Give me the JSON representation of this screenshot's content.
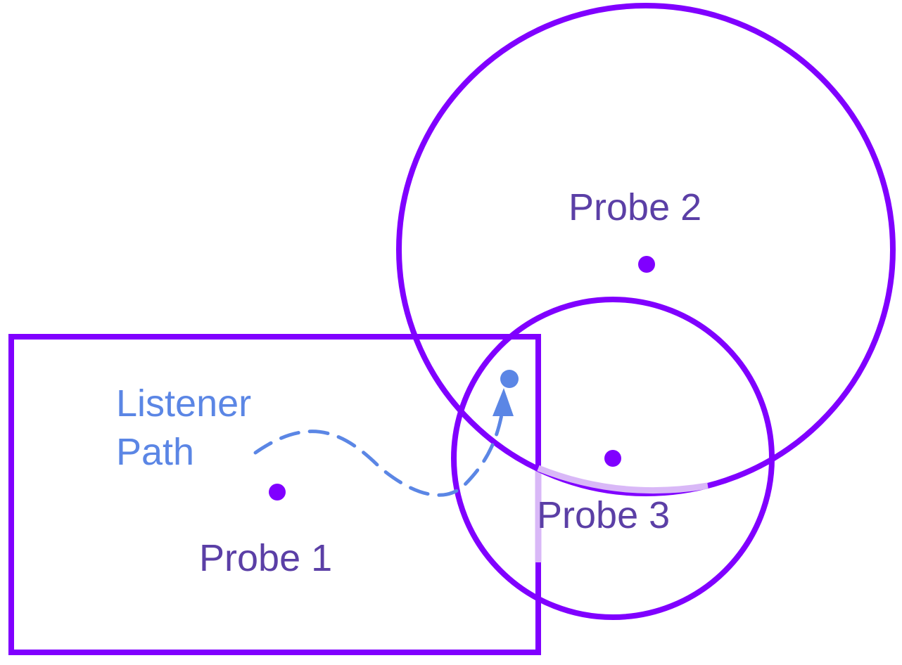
{
  "colors": {
    "volume_stroke": "#8000FF",
    "volume_faded": "#D9B8F7",
    "probe_dot": "#8000FF",
    "probe_label": "#5B3FA6",
    "listener": "#5B86E5"
  },
  "probes": [
    {
      "id": "probe-1",
      "label": "Probe 1",
      "volume_shape": "box"
    },
    {
      "id": "probe-2",
      "label": "Probe 2",
      "volume_shape": "sphere"
    },
    {
      "id": "probe-3",
      "label": "Probe 3",
      "volume_shape": "sphere"
    }
  ],
  "listener": {
    "label_line1": "Listener",
    "label_line2": "Path",
    "line_style": "dashed",
    "end_marker": "arrow"
  }
}
